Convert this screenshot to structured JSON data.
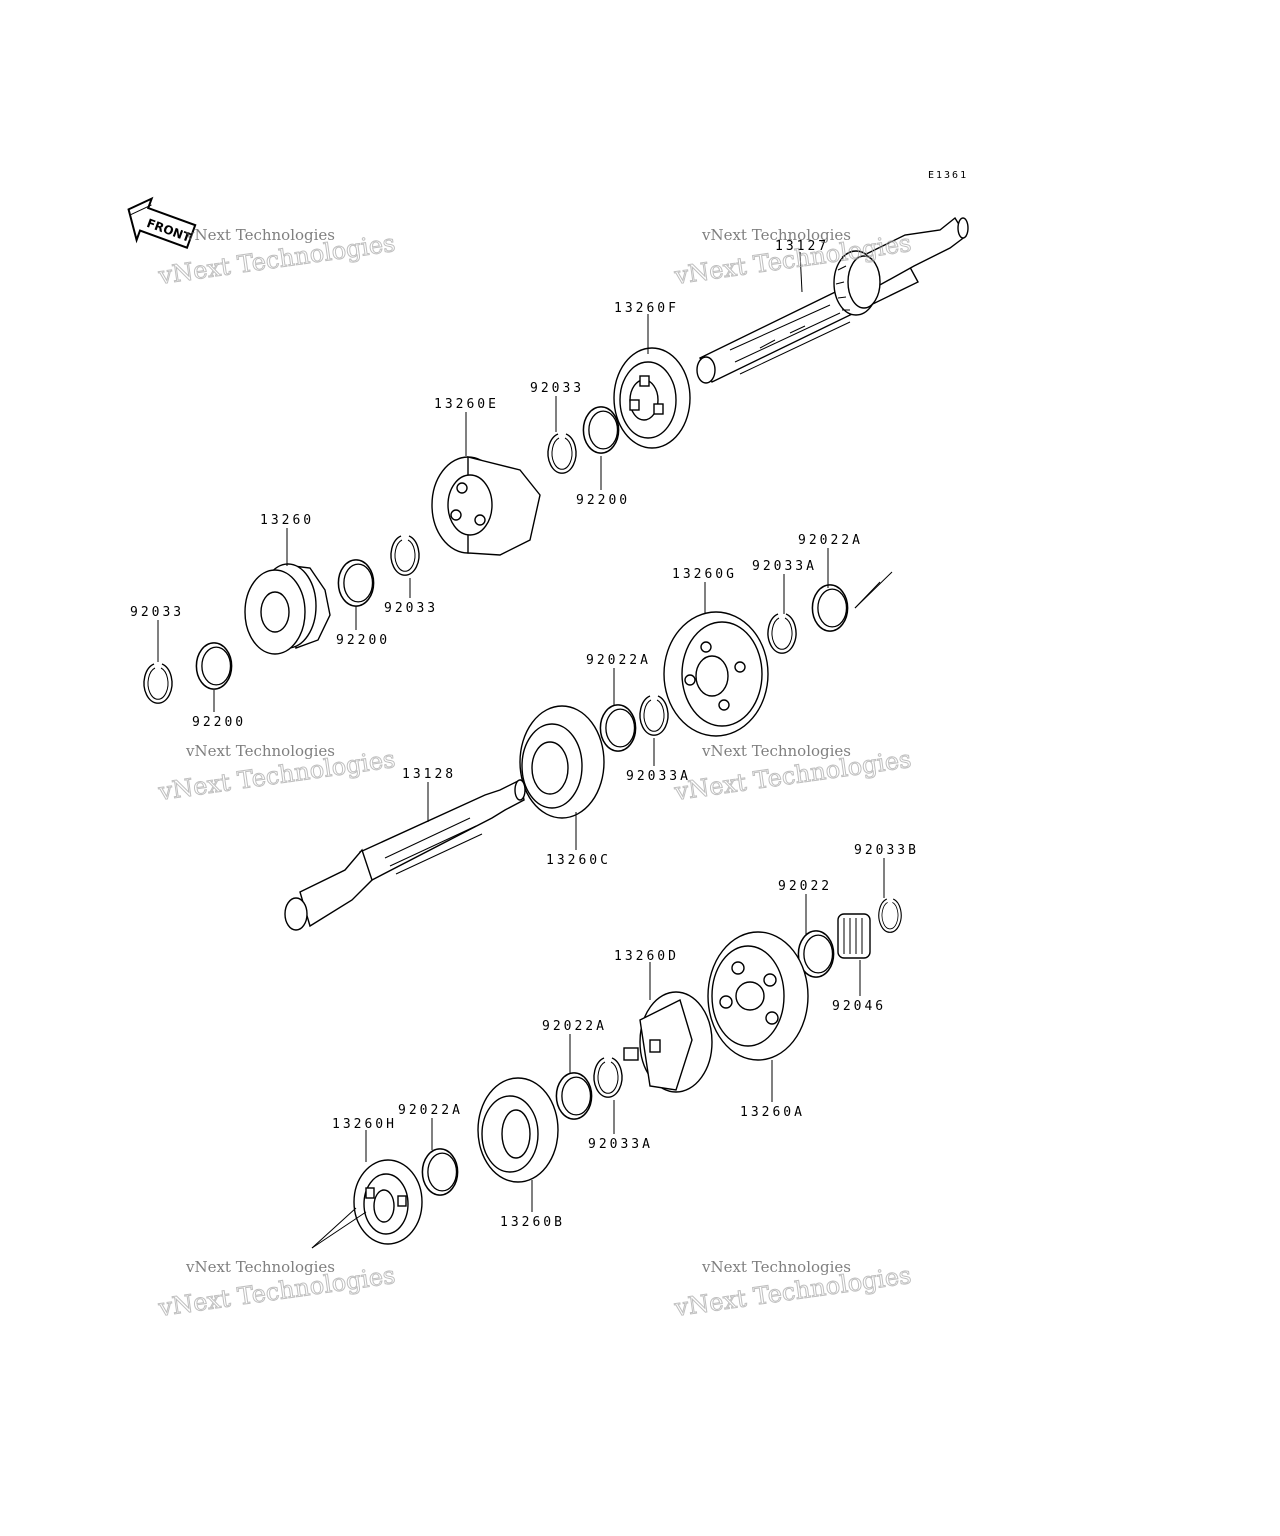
{
  "diagram": {
    "figure_code": "E1361",
    "front_label": "FRONT",
    "watermark": {
      "line1": "vNext Technologies",
      "line2": "vNext Technologies"
    },
    "colors": {
      "ink": "#000000",
      "background": "#ffffff",
      "watermark": "#aaaaaa"
    },
    "parts": [
      {
        "id": "13127",
        "label": "13127",
        "kind": "shaft"
      },
      {
        "id": "13260F",
        "label": "13260F",
        "kind": "gear"
      },
      {
        "id": "92033-a",
        "label": "92033",
        "kind": "circlip"
      },
      {
        "id": "92200-a",
        "label": "92200",
        "kind": "washer"
      },
      {
        "id": "13260E",
        "label": "13260E",
        "kind": "gear"
      },
      {
        "id": "92033-b",
        "label": "92033",
        "kind": "circlip"
      },
      {
        "id": "92200-b",
        "label": "92200",
        "kind": "washer"
      },
      {
        "id": "13260",
        "label": "13260",
        "kind": "gear"
      },
      {
        "id": "92033-c",
        "label": "92033",
        "kind": "circlip"
      },
      {
        "id": "92200-c",
        "label": "92200",
        "kind": "washer"
      },
      {
        "id": "92022A-a",
        "label": "92022A",
        "kind": "washer"
      },
      {
        "id": "92033A-a",
        "label": "92033A",
        "kind": "circlip"
      },
      {
        "id": "13260G",
        "label": "13260G",
        "kind": "gear"
      },
      {
        "id": "92022A-b",
        "label": "92022A",
        "kind": "washer"
      },
      {
        "id": "92033A-b",
        "label": "92033A",
        "kind": "circlip"
      },
      {
        "id": "13260C",
        "label": "13260C",
        "kind": "gear"
      },
      {
        "id": "13128",
        "label": "13128",
        "kind": "shaft"
      },
      {
        "id": "92033B",
        "label": "92033B",
        "kind": "circlip"
      },
      {
        "id": "92022",
        "label": "92022",
        "kind": "washer"
      },
      {
        "id": "92046",
        "label": "92046",
        "kind": "bearing"
      },
      {
        "id": "13260D",
        "label": "13260D",
        "kind": "gear"
      },
      {
        "id": "13260A",
        "label": "13260A",
        "kind": "gear"
      },
      {
        "id": "92022A-c",
        "label": "92022A",
        "kind": "washer"
      },
      {
        "id": "92033A-c",
        "label": "92033A",
        "kind": "circlip"
      },
      {
        "id": "92022A-d",
        "label": "92022A",
        "kind": "washer"
      },
      {
        "id": "13260H",
        "label": "13260H",
        "kind": "gear"
      },
      {
        "id": "13260B",
        "label": "13260B",
        "kind": "gear"
      }
    ]
  }
}
